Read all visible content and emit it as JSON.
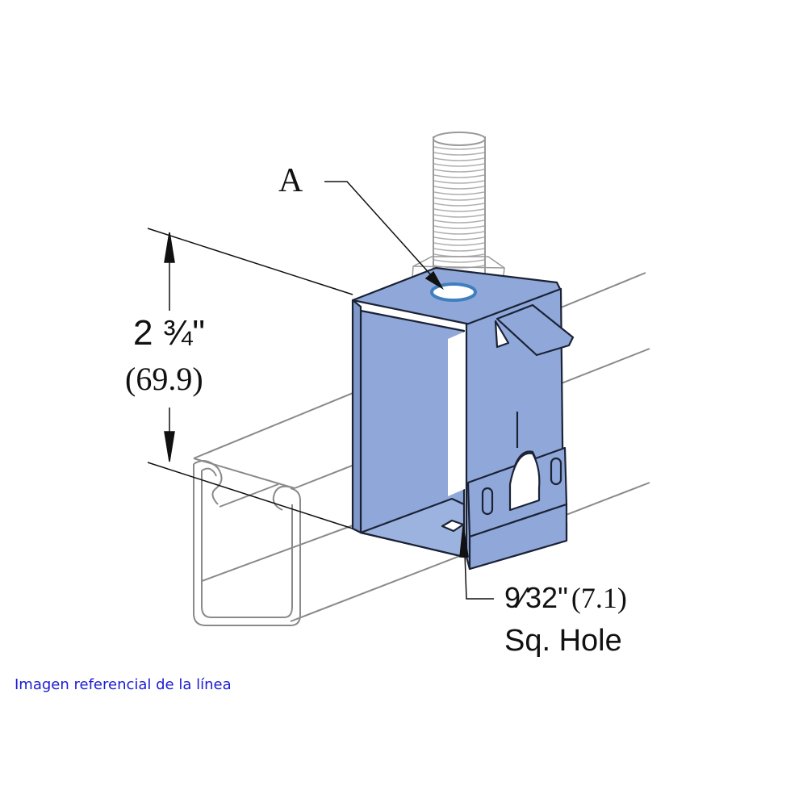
{
  "callout_a": "A",
  "height_dimension": {
    "imperial": "2 ¾\"",
    "metric": "(69.9)"
  },
  "hole_dimension": {
    "imperial": "9⁄32\"",
    "metric": "(7.1)",
    "description": "Sq. Hole"
  },
  "caption": "Imagen referencial de la línea",
  "colors": {
    "bracket": "#8fa8d9",
    "bracket_edge": "#1b2235",
    "channel_line": "#8a8a8a",
    "caption": "#1c1cd4",
    "hole_ring": "#3f7fc0"
  }
}
